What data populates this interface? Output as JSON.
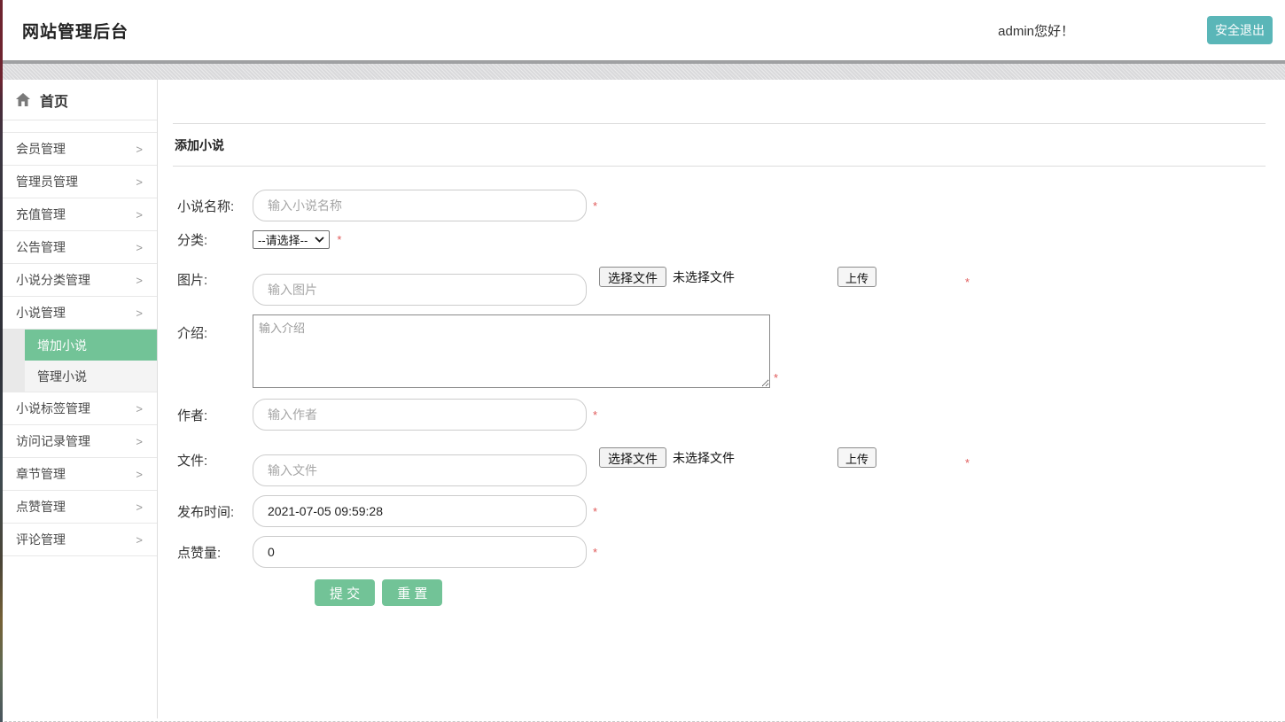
{
  "header": {
    "title": "网站管理后台",
    "greeting": "admin您好！",
    "logout_label": "安全退出"
  },
  "colors": {
    "accent_green": "#72c397",
    "logout_teal": "#5ab6b8",
    "required_red": "#e05a5a"
  },
  "sidebar": {
    "home_label": "首页",
    "arrow": ">",
    "items_top": [
      {
        "label": "会员管理"
      },
      {
        "label": "管理员管理"
      },
      {
        "label": "充值管理"
      },
      {
        "label": "公告管理"
      },
      {
        "label": "小说分类管理"
      },
      {
        "label": "小说管理"
      }
    ],
    "submenu": [
      {
        "label": "增加小说",
        "active": true
      },
      {
        "label": "管理小说",
        "active": false
      }
    ],
    "items_bottom": [
      {
        "label": "小说标签管理"
      },
      {
        "label": "访问记录管理"
      },
      {
        "label": "章节管理"
      },
      {
        "label": "点赞管理"
      },
      {
        "label": "评论管理"
      }
    ]
  },
  "form": {
    "section_title": "添加小说",
    "required": "*",
    "fields": {
      "name": {
        "label": "小说名称:",
        "placeholder": "输入小说名称"
      },
      "category": {
        "label": "分类:",
        "selected": "--请选择--"
      },
      "image": {
        "label": "图片:",
        "placeholder": "输入图片",
        "file_button": "选择文件",
        "file_status": "未选择文件",
        "upload_button": "上传"
      },
      "intro": {
        "label": "介绍:",
        "placeholder": "输入介绍"
      },
      "author": {
        "label": "作者:",
        "placeholder": "输入作者"
      },
      "file": {
        "label": "文件:",
        "placeholder": "输入文件",
        "file_button": "选择文件",
        "file_status": "未选择文件",
        "upload_button": "上传"
      },
      "publish_time": {
        "label": "发布时间:",
        "value": "2021-07-05 09:59:28"
      },
      "likes": {
        "label": "点赞量:",
        "value": "0"
      }
    },
    "submit_label": "提 交",
    "reset_label": "重 置"
  }
}
